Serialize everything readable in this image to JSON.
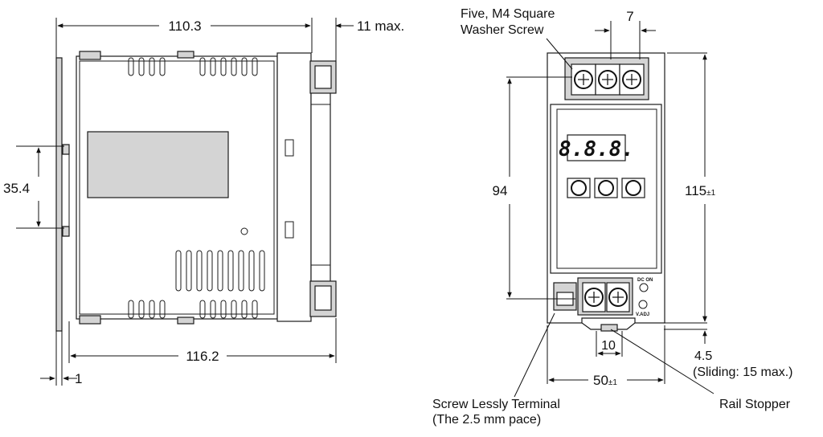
{
  "side_view": {
    "dim_top_width": "110.3",
    "dim_max": "11 max.",
    "dim_left_height": "35.4",
    "dim_bottom_width": "116.2",
    "dim_plate": "1"
  },
  "front_view": {
    "label_screw_line1": "Five, M4 Square",
    "label_screw_line2": "Washer Screw",
    "dim_terminal_pitch": "7",
    "dim_front_height": "94",
    "dim_total_height": "115",
    "dim_total_height_tol": "±1",
    "dim_width": "50",
    "dim_width_tol": "±1",
    "dim_pitch_bottom": "10",
    "dim_slide": "4.5",
    "dim_slide_note": "(Sliding: 15 max.)",
    "label_rail_stopper": "Rail Stopper",
    "label_terminal_line1": "Screw Lessly Terminal",
    "label_terminal_line2": "(The 2.5 mm pace)",
    "led_label": "DC ON",
    "adj_label": "V.ADJ"
  }
}
